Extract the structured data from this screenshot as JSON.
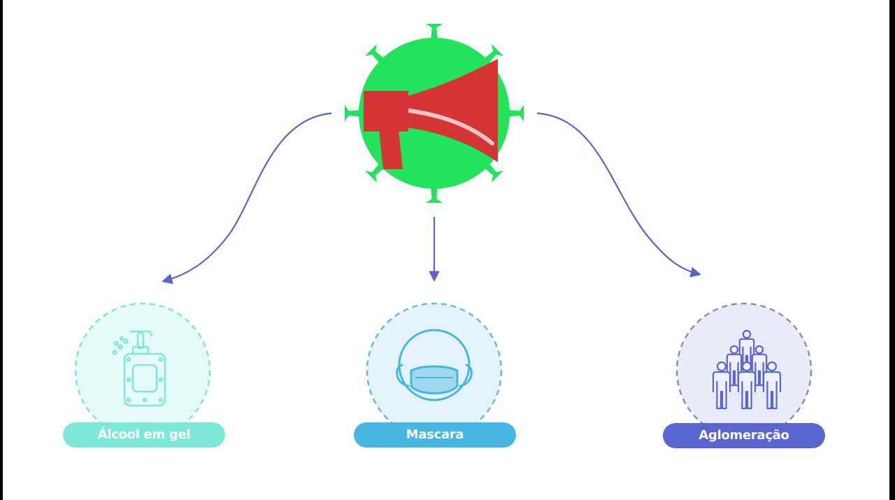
{
  "items": [
    {
      "key": "alcool",
      "label": "Álcool em gel",
      "icon": "hand-sanitizer-icon",
      "color": "#7de8d8",
      "tint": "#e6fbf7",
      "ring": "#7de8d8"
    },
    {
      "key": "mascara",
      "label": "Mascara",
      "icon": "face-mask-icon",
      "color": "#45b7e2",
      "tint": "#e4f3fa",
      "ring": "#6ab8dc"
    },
    {
      "key": "aglomeracao",
      "label": "Aglomeração",
      "icon": "crowd-icon",
      "color": "#5865d3",
      "tint": "#e9ebf8",
      "ring": "#8a8fae"
    }
  ],
  "center": {
    "icon": "virus-megaphone-icon",
    "virus_color": "#22e35c",
    "megaphone_color": "#d63535"
  },
  "arrow_color": "#5a63c9"
}
